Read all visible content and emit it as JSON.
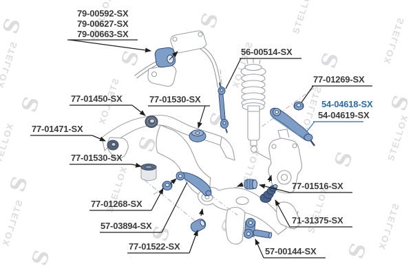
{
  "watermark": {
    "text": "STELLOX",
    "logo": "S"
  },
  "labels": [
    {
      "text": "79-00592-SX",
      "highlight": false
    },
    {
      "text": "79-00627-SX",
      "highlight": false
    },
    {
      "text": "79-00663-SX",
      "highlight": false
    },
    {
      "text": "56-00514-SX",
      "highlight": false
    },
    {
      "text": "77-01269-SX",
      "highlight": false
    },
    {
      "text": "54-04618-SX",
      "highlight": true
    },
    {
      "text": "54-04619-SX",
      "highlight": false
    },
    {
      "text": "77-01450-SX",
      "highlight": false
    },
    {
      "text": "77-01530-SX",
      "highlight": false
    },
    {
      "text": "77-01471-SX",
      "highlight": false
    },
    {
      "text": "77-01530-SX",
      "highlight": false
    },
    {
      "text": "77-01268-SX",
      "highlight": false
    },
    {
      "text": "57-03894-SX",
      "highlight": false
    },
    {
      "text": "77-01522-SX",
      "highlight": false
    },
    {
      "text": "77-01516-SX",
      "highlight": false
    },
    {
      "text": "71-31375-SX",
      "highlight": false
    },
    {
      "text": "57-00144-SX",
      "highlight": false
    }
  ],
  "colors": {
    "highlight_text": "#2d6ca2",
    "label_text": "#3b3b3b",
    "part_fill_blue": "#7f9ec7",
    "part_stroke_blue": "#344f78",
    "part_fill_dark": "#566377",
    "outline_gray": "#9aa0a6",
    "watermark": "#dadce0",
    "leader_black": "#1f1f1f",
    "leader_blue": "#4a7db5",
    "background": "#ffffff"
  }
}
